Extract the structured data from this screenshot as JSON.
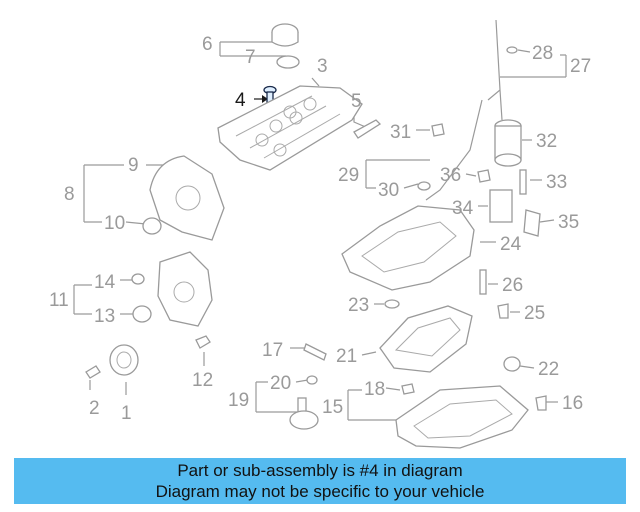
{
  "callouts": [
    {
      "id": "1",
      "text": "1"
    },
    {
      "id": "2",
      "text": "2"
    },
    {
      "id": "3",
      "text": "3"
    },
    {
      "id": "4",
      "text": "4",
      "highlight": true
    },
    {
      "id": "5",
      "text": "5"
    },
    {
      "id": "6",
      "text": "6"
    },
    {
      "id": "7",
      "text": "7"
    },
    {
      "id": "8",
      "text": "8"
    },
    {
      "id": "9",
      "text": "9"
    },
    {
      "id": "10",
      "text": "10"
    },
    {
      "id": "11",
      "text": "11"
    },
    {
      "id": "12",
      "text": "12"
    },
    {
      "id": "13",
      "text": "13"
    },
    {
      "id": "14",
      "text": "14"
    },
    {
      "id": "15",
      "text": "15"
    },
    {
      "id": "16",
      "text": "16"
    },
    {
      "id": "17",
      "text": "17"
    },
    {
      "id": "18",
      "text": "18"
    },
    {
      "id": "19",
      "text": "19"
    },
    {
      "id": "20",
      "text": "20"
    },
    {
      "id": "21",
      "text": "21"
    },
    {
      "id": "22",
      "text": "22"
    },
    {
      "id": "23",
      "text": "23"
    },
    {
      "id": "24",
      "text": "24"
    },
    {
      "id": "25",
      "text": "25"
    },
    {
      "id": "26",
      "text": "26"
    },
    {
      "id": "27",
      "text": "27"
    },
    {
      "id": "28",
      "text": "28"
    },
    {
      "id": "29",
      "text": "29"
    },
    {
      "id": "30",
      "text": "30"
    },
    {
      "id": "31",
      "text": "31"
    },
    {
      "id": "32",
      "text": "32"
    },
    {
      "id": "33",
      "text": "33"
    },
    {
      "id": "34",
      "text": "34"
    },
    {
      "id": "35",
      "text": "35"
    },
    {
      "id": "36",
      "text": "36"
    }
  ],
  "banner": {
    "line1": "Part or sub-assembly is #4 in diagram",
    "line2": "Diagram may not be specific to your vehicle",
    "background": "#55bbf0"
  },
  "colors": {
    "callout": "#9a9a9a",
    "highlight": "#1a1a1a",
    "highlight_part": "#dfefff"
  }
}
